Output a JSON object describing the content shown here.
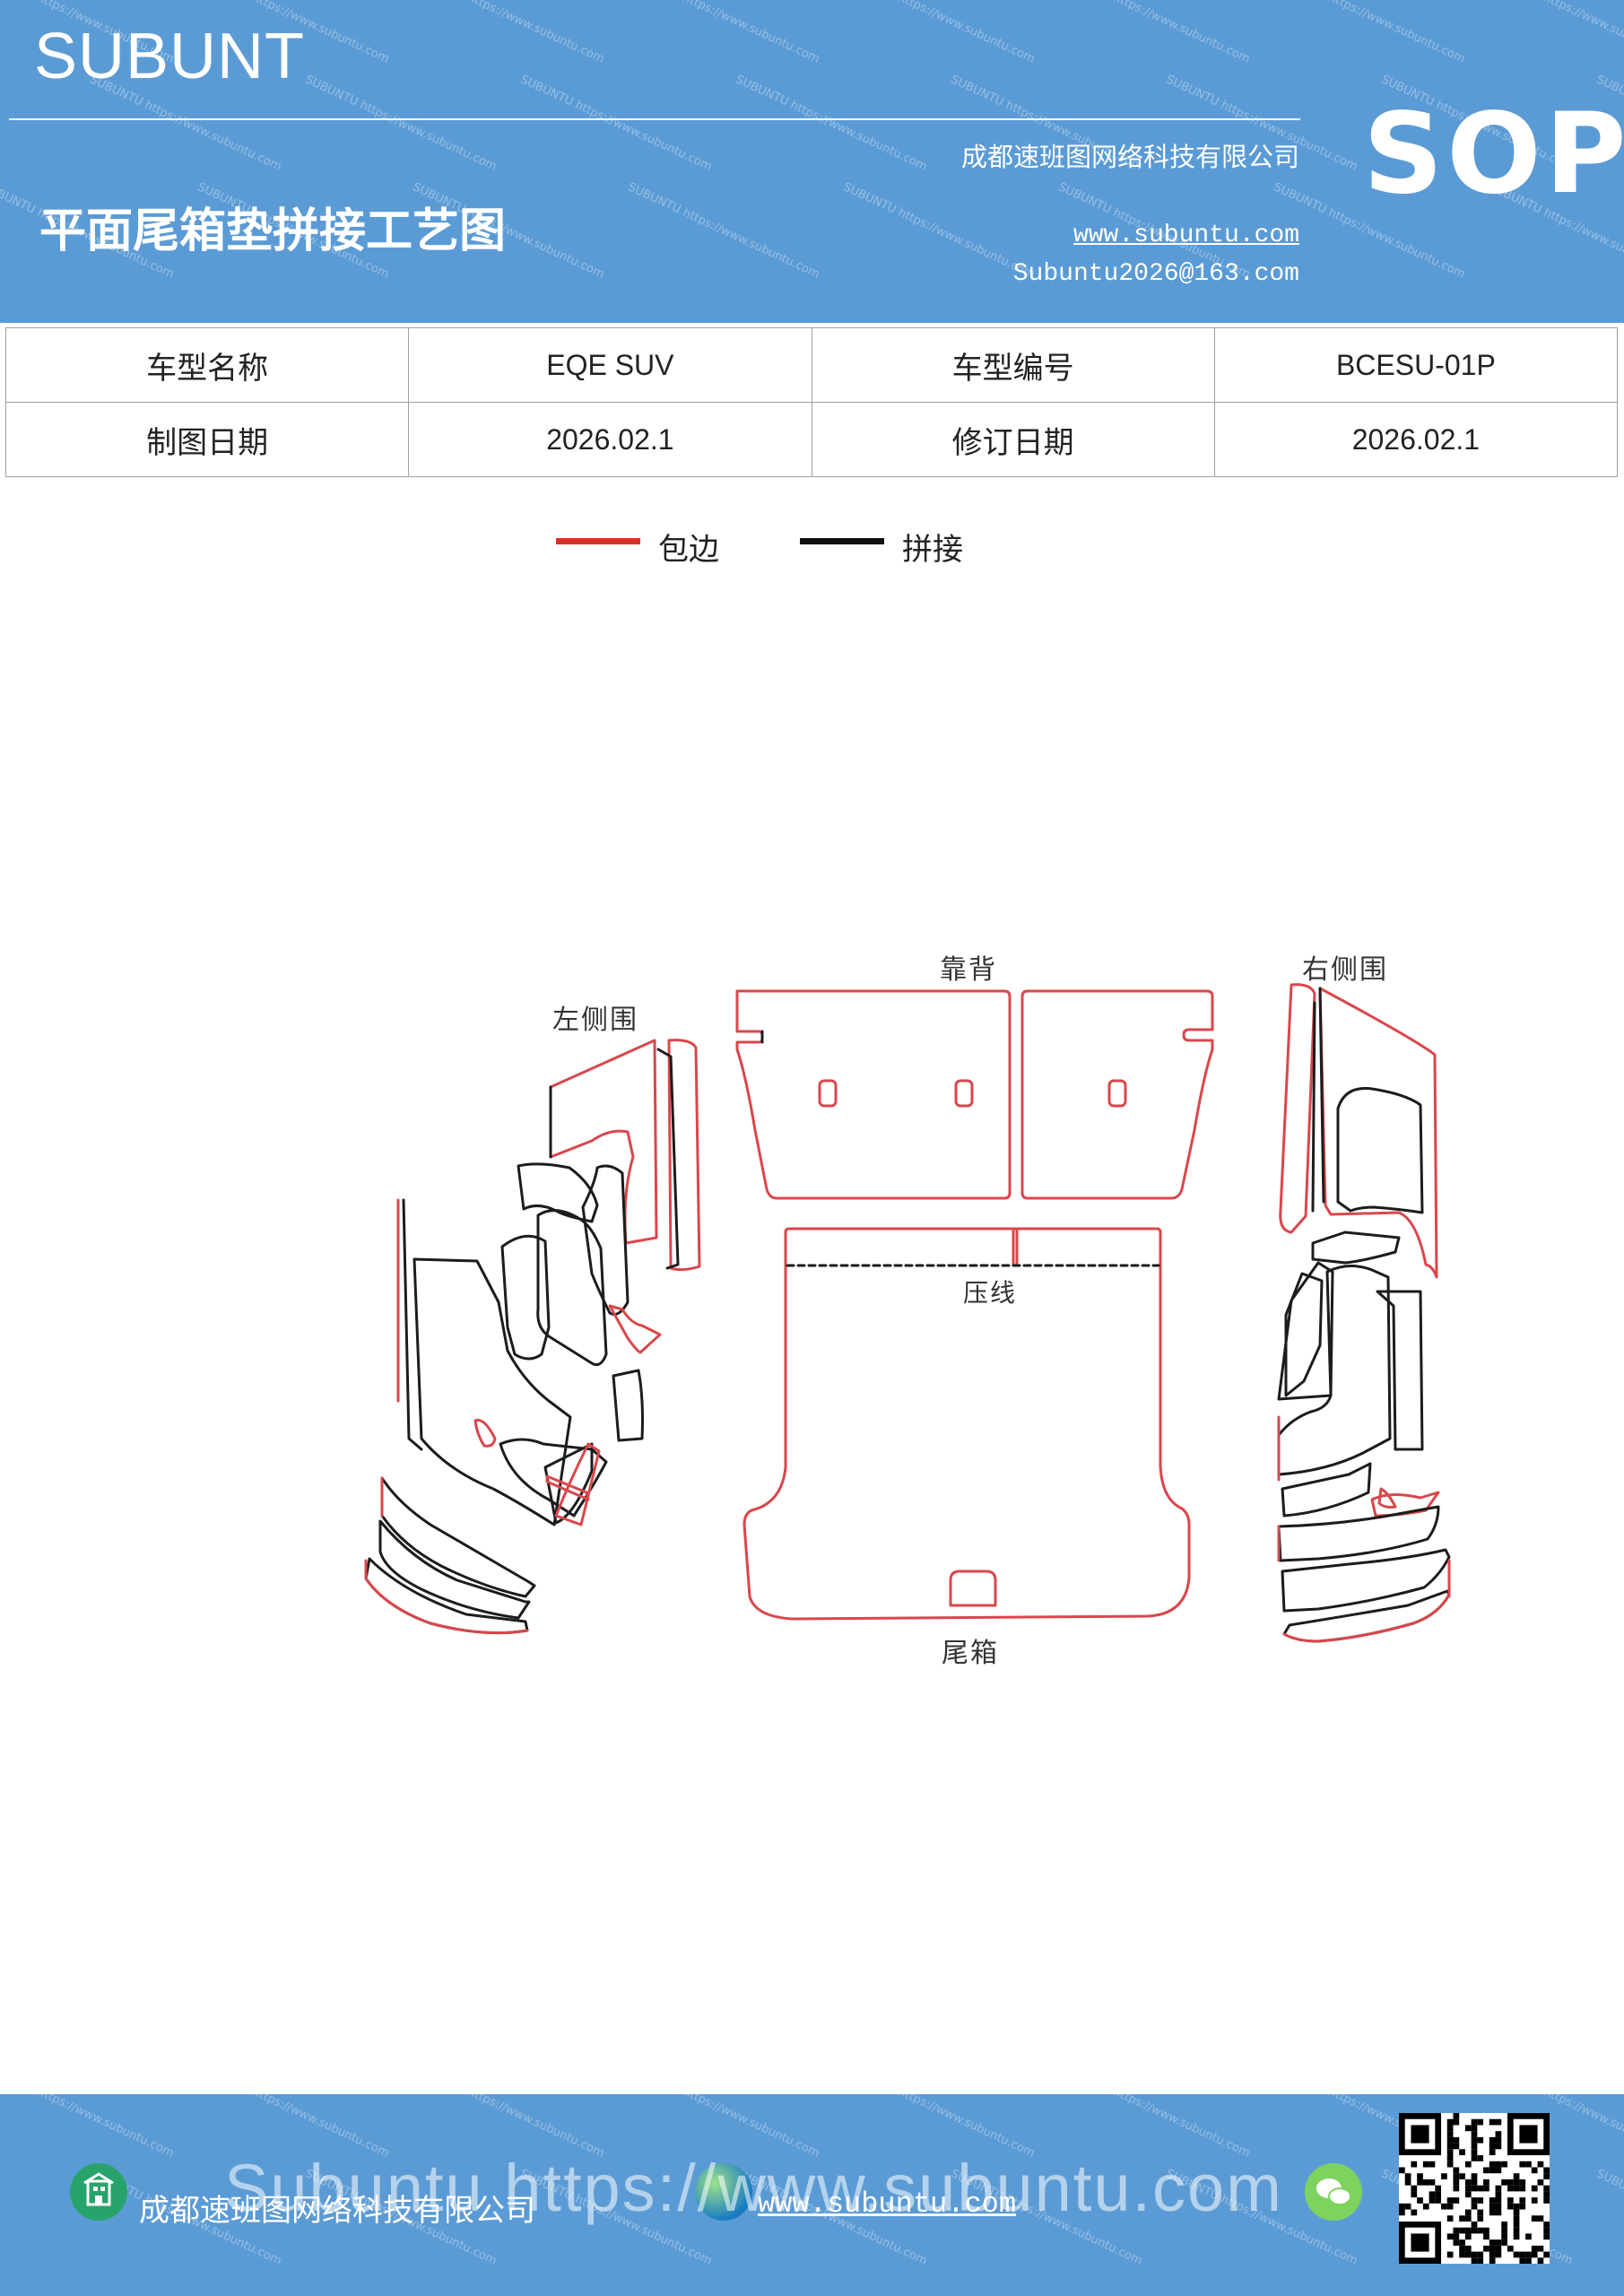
{
  "header": {
    "brand": "SUBUNT",
    "title": "平面尾箱垫拼接工艺图",
    "company": "成都速班图网络科技有限公司",
    "website": "www.subuntu.com",
    "email": "Subuntu2026@163.com",
    "badge": "SOP",
    "watermark": "SUBUNTU https://www.subuntu.com"
  },
  "info_table": {
    "rows": [
      [
        {
          "label": "车型名称",
          "value": "EQE  SUV"
        },
        {
          "label": "车型编号",
          "value": "BCESU-01P"
        }
      ],
      [
        {
          "label": "制图日期",
          "value": "2026.02.1"
        },
        {
          "label": "修订日期",
          "value": "2026.02.1"
        }
      ]
    ]
  },
  "legend": {
    "items": [
      {
        "label": "包边",
        "color": "#e32b2b"
      },
      {
        "label": "拼接",
        "color": "#111111"
      }
    ]
  },
  "diagram": {
    "labels": {
      "left": "左侧围",
      "back": "靠背",
      "right": "右侧围",
      "press": "压线",
      "trunk": "尾箱"
    },
    "colors": {
      "edge": "#d9474b",
      "seam": "#1c1c1c"
    }
  },
  "footer": {
    "company": "成都速班图网络科技有限公司",
    "website": "www.subuntu.com",
    "overlay": "Subuntu https://www.subuntu.com",
    "icons": [
      "building-icon",
      "globe-icon",
      "wechat-icon",
      "qr-code"
    ]
  }
}
